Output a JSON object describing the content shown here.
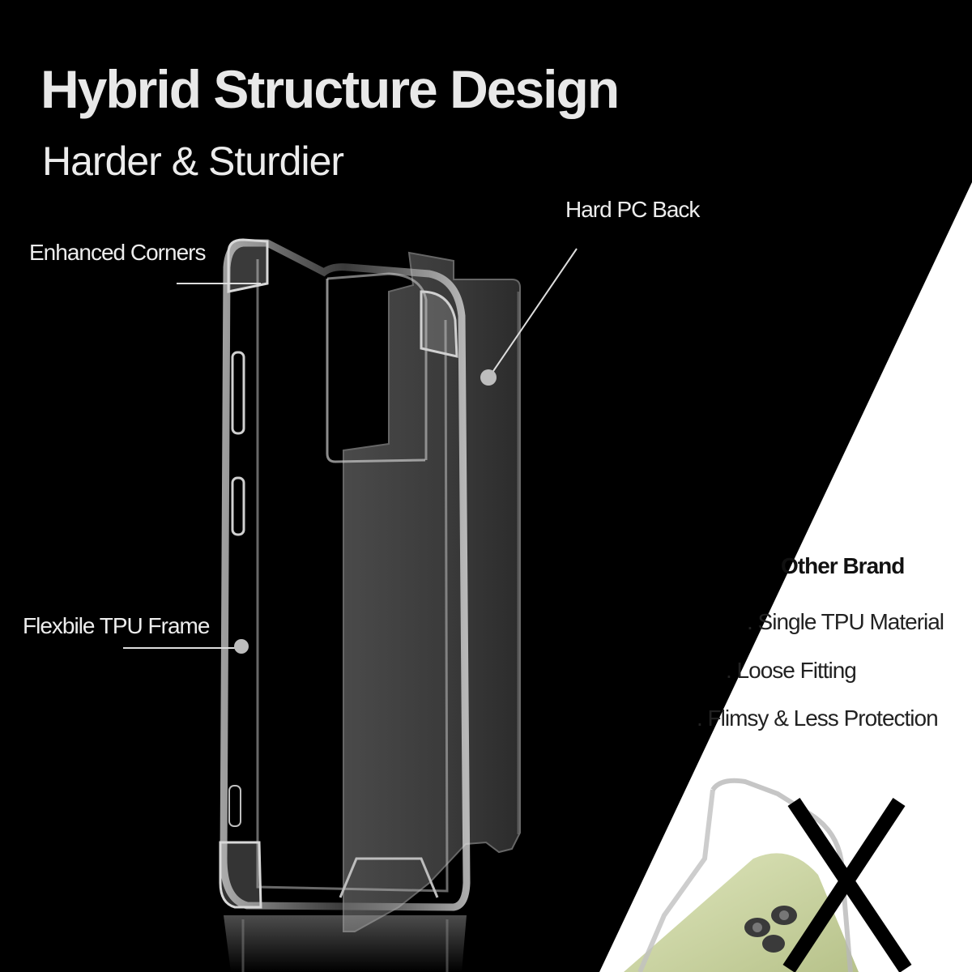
{
  "headline": {
    "title": "Hybrid Structure Design",
    "subtitle": "Harder & Sturdier"
  },
  "callouts": {
    "enhanced_corners": "Enhanced Corners",
    "hard_pc_back": "Hard PC Back",
    "tpu_frame": "Flexbile TPU Frame"
  },
  "comparison": {
    "title": "Other Brand",
    "items": [
      ". Single TPU Material",
      ". Loose Fitting",
      ". Flimsy & Less Protection"
    ],
    "mark": "X"
  },
  "colors": {
    "background": "#000000",
    "panel": "#ffffff",
    "text_light": "#ececec",
    "text_dark": "#111111",
    "phone_green": "#c9d3a3"
  },
  "icons": {
    "callout_dot": "callout-dot-icon",
    "cross_mark": "x-mark-icon"
  }
}
